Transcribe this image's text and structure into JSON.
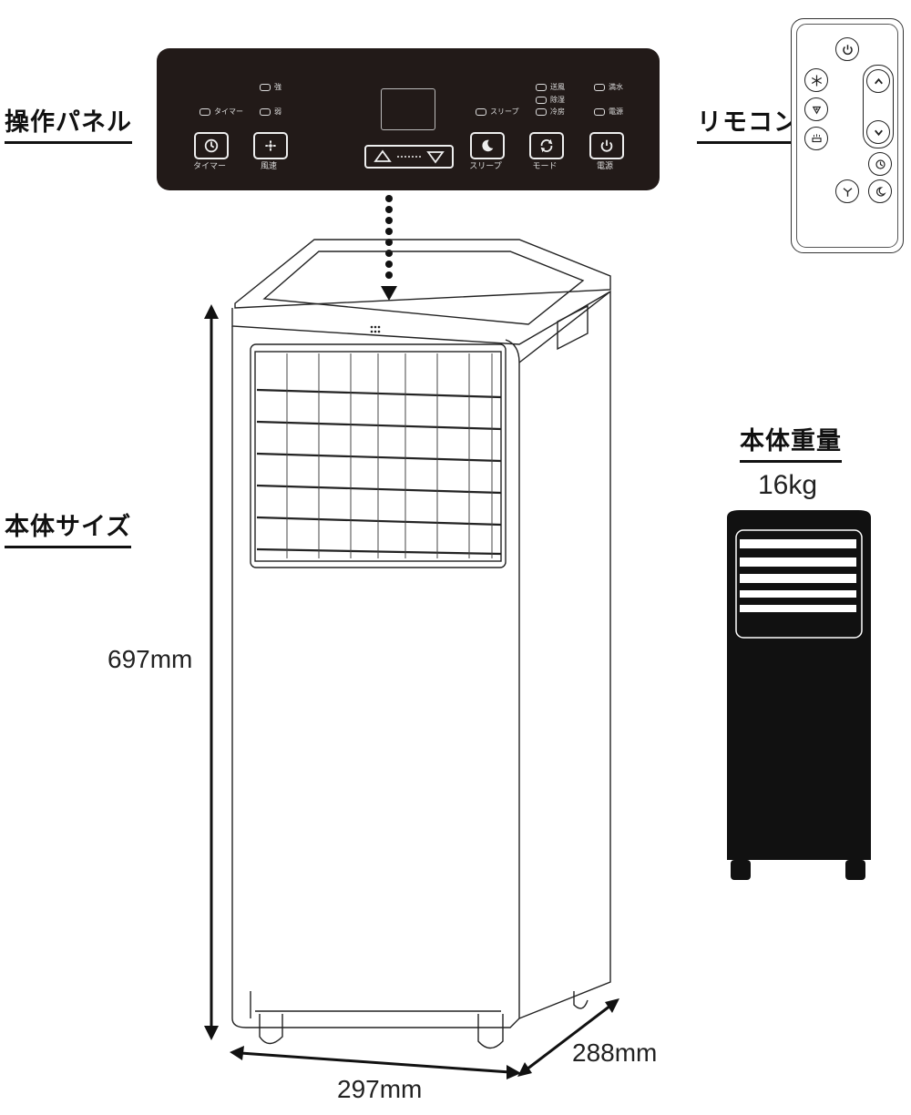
{
  "headings": {
    "panel": "操作パネル",
    "remote": "リモコン",
    "size": "本体サイズ",
    "weight": "本体重量"
  },
  "weight_value": "16kg",
  "dimensions": {
    "height": "697mm",
    "width": "297mm",
    "depth": "288mm"
  },
  "panel": {
    "indicators": {
      "strong": "強",
      "weak": "弱",
      "timer": "タイマー",
      "sleep": "スリープ",
      "fan_mode": "送風",
      "dehumidify": "除湿",
      "cooling": "冷房",
      "water_full": "満水",
      "power": "電源"
    },
    "buttons": {
      "timer": "タイマー",
      "fan_speed": "風速",
      "sleep": "スリープ",
      "mode": "モード",
      "power": "電源"
    }
  },
  "icons": [
    "timer-icon",
    "fan-icon",
    "up-triangle-icon",
    "down-triangle-icon",
    "sleep-icon",
    "mode-icon",
    "power-icon",
    "snowflake-icon",
    "fan-speed-icon",
    "dehumidify-icon",
    "chevron-up-icon",
    "chevron-down-icon"
  ],
  "colors": {
    "panel_bg": "#221a18",
    "unit_dark": "#111111",
    "text": "#111111"
  }
}
